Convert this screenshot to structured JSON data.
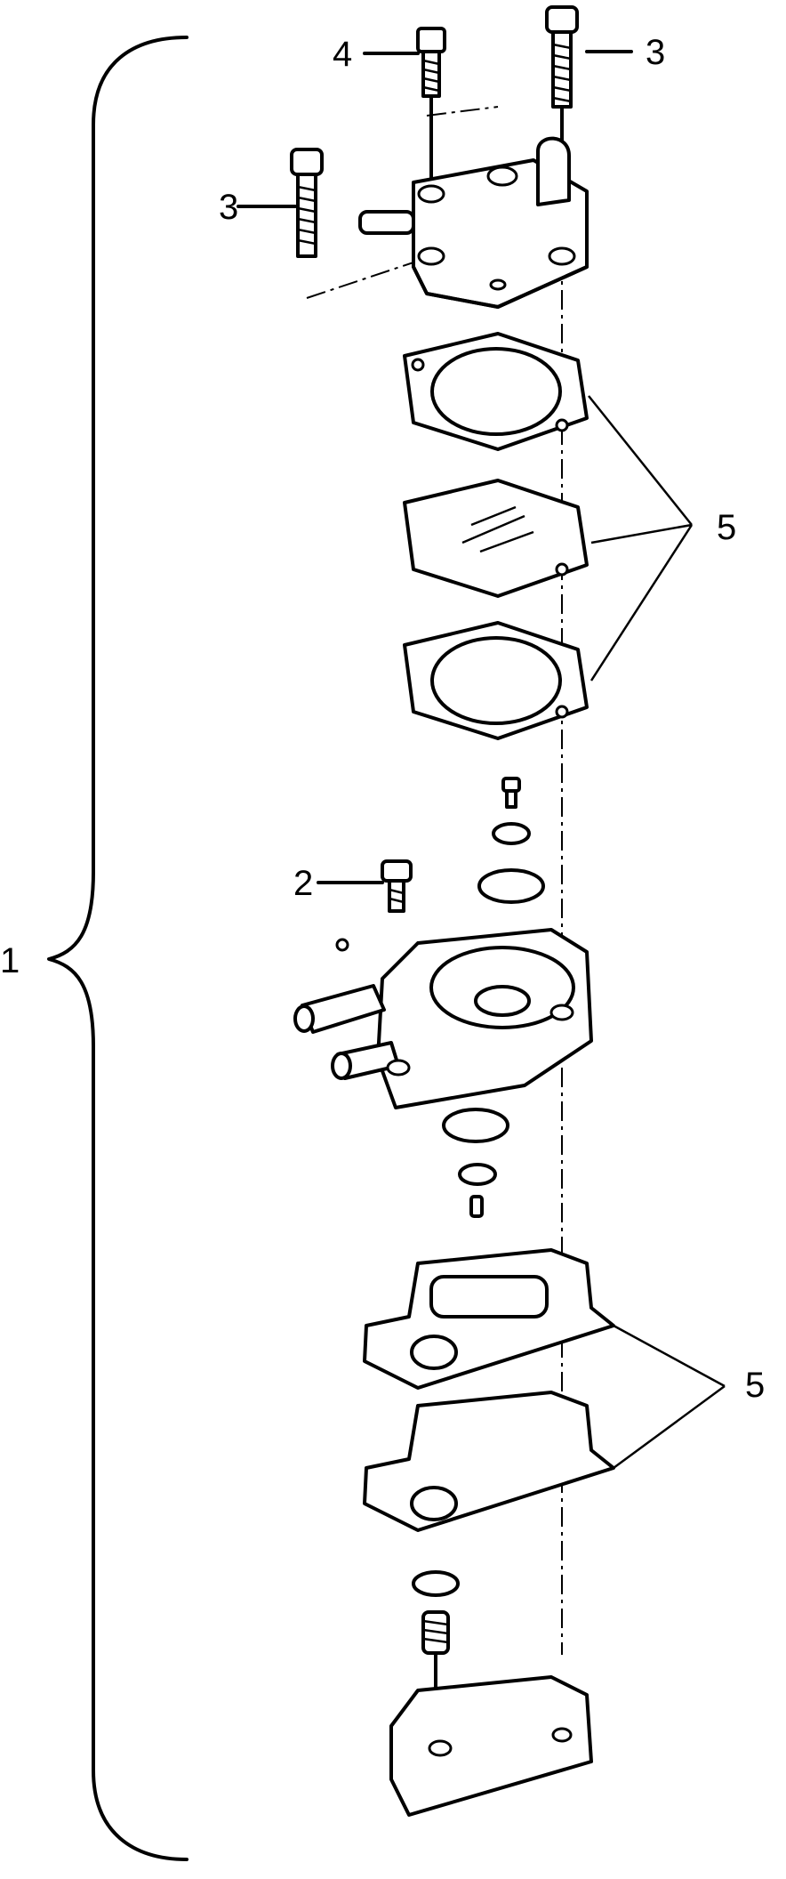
{
  "callouts": [
    {
      "id": "1",
      "label": "1"
    },
    {
      "id": "2",
      "label": "2"
    },
    {
      "id": "3a",
      "label": "3"
    },
    {
      "id": "3b",
      "label": "3"
    },
    {
      "id": "4",
      "label": "4"
    },
    {
      "id": "5a",
      "label": "5"
    },
    {
      "id": "5b",
      "label": "5"
    }
  ]
}
